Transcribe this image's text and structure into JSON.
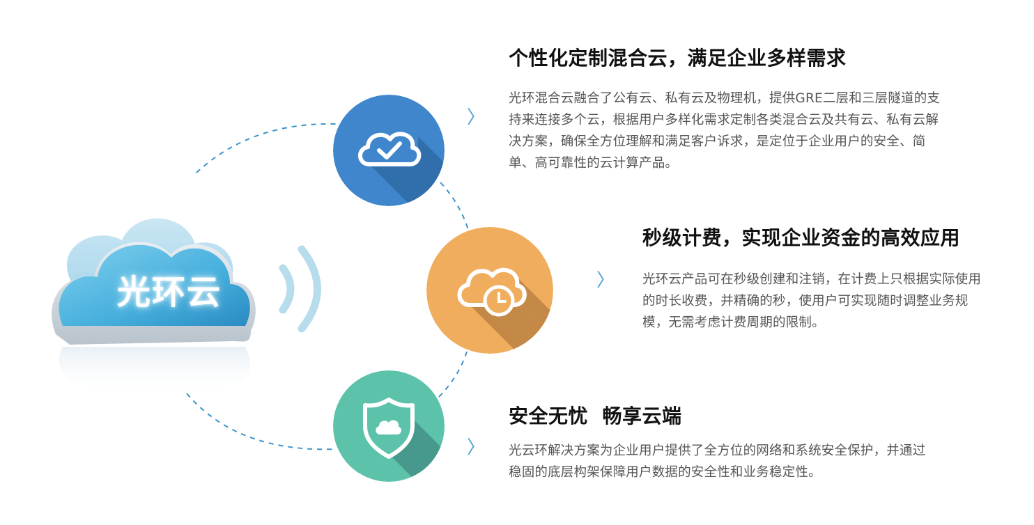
{
  "brand": {
    "label": "光环云",
    "color": "#4aaedd"
  },
  "features": [
    {
      "title": "个性化定制混合云，满足企业多样需求",
      "description": "光环混合云融合了公有云、私有云及物理机，提供GRE二层和三层隧道的支持来连接多个云，根据用户多样化需求定制各类混合云及共有云、私有云解决方案，确保全方位理解和满足客户诉求，是定位于企业用户的安全、简单、高可靠性的云计算产品。",
      "icon": "cloud-check-icon",
      "color": "#3f86cc"
    },
    {
      "title": "秒级计费，实现企业资金的高效应用",
      "description": "光环云产品可在秒级创建和注销，在计费上只根据实际使用的时长收费，并精确的秒，使用户可实现随时调整业务规模，无需考虑计费周期的限制。",
      "icon": "cloud-clock-icon",
      "color": "#f0ad5e"
    },
    {
      "title": "安全无忧  畅享云端",
      "description": "光云环解决方案为企业用户提供了全方位的网络和系统安全保护，并通过稳固的底层构架保障用户数据的安全性和业务稳定性。",
      "icon": "shield-cloud-icon",
      "color": "#5cc3aa"
    }
  ],
  "arrow_glyph": "〉"
}
